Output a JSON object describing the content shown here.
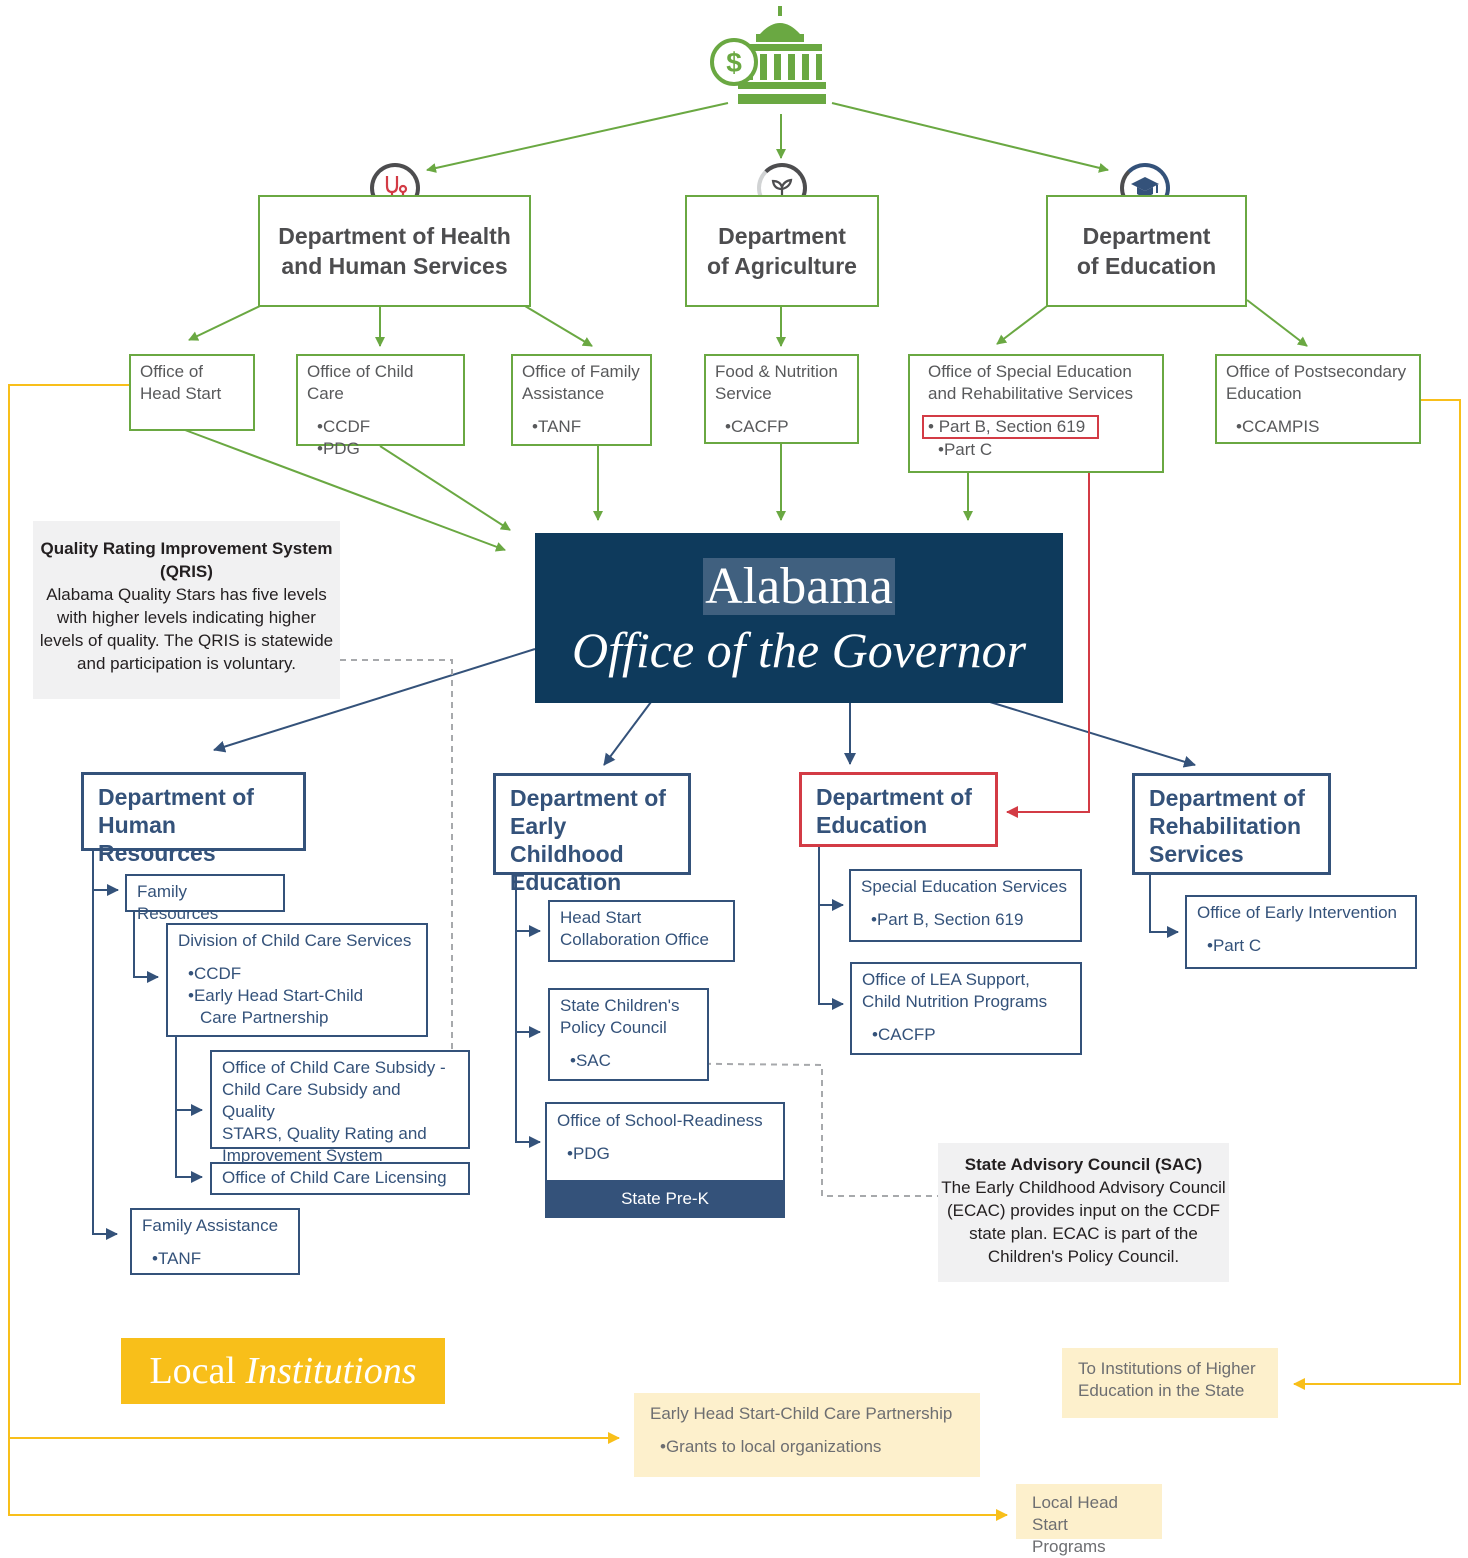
{
  "federal": {
    "hhs": {
      "title_line1": "Department of Health",
      "title_line2": "and Human Services",
      "offices": {
        "head_start": {
          "title_line1": "Office of",
          "title_line2": "Head Start"
        },
        "child_care": {
          "title": "Office of Child Care",
          "items": [
            "CCDF",
            "PDG"
          ]
        },
        "family_assistance": {
          "title_line1": "Office of Family",
          "title_line2": "Assistance",
          "items": [
            "TANF"
          ]
        }
      }
    },
    "agriculture": {
      "title_line1": "Department",
      "title_line2": "of Agriculture",
      "offices": {
        "food_nutrition": {
          "title_line1": "Food & Nutrition",
          "title_line2": "Service",
          "items": [
            "CACFP"
          ]
        }
      }
    },
    "education": {
      "title_line1": "Department",
      "title_line2": "of Education",
      "offices": {
        "special_ed": {
          "title_line1": "Office of Special Education",
          "title_line2": "and Rehabilitative Services",
          "items": [
            "Part B, Section 619",
            "Part C"
          ]
        },
        "postsecondary": {
          "title_line1": "Office of Postsecondary",
          "title_line2": "Education",
          "items": [
            "CCAMPIS"
          ]
        }
      }
    }
  },
  "governor": {
    "line1": "Alabama",
    "line2": "Office of the Governor"
  },
  "qris": {
    "title_line1": "Quality Rating Improvement System",
    "title_line2": "(QRIS)",
    "lines": [
      "Alabama Quality Stars has five levels",
      "with higher levels indicating higher",
      "levels of quality. The QRIS is statewide",
      "and participation is voluntary."
    ]
  },
  "sac": {
    "title": "State Advisory Council (SAC)",
    "lines": [
      "The Early Childhood Advisory Council",
      "(ECAC) provides input on the CCDF",
      "state plan. ECAC is part of the",
      "Children's Policy Council."
    ]
  },
  "state": {
    "dhr": {
      "title_line1": "Department of",
      "title_line2": "Human Resources",
      "family_resources": "Family Resources",
      "child_care_services": {
        "title": "Division of Child Care Services",
        "items": [
          "CCDF"
        ],
        "item2_line1": "Early Head Start-Child",
        "item2_line2": "Care Partnership"
      },
      "subsidy": {
        "lines": [
          "Office of Child Care Subsidy -",
          "Child Care Subsidy and Quality",
          "STARS, Quality Rating and",
          "Improvement System"
        ]
      },
      "licensing": "Office of Child Care Licensing",
      "family_assistance": {
        "title": "Family Assistance",
        "items": [
          "TANF"
        ]
      }
    },
    "dece": {
      "title_line1": "Department of",
      "title_line2": "Early Childhood",
      "title_line3": "Education",
      "head_start_collab": {
        "line1": "Head Start",
        "line2": "Collaboration Office"
      },
      "policy_council": {
        "line1": "State Children's",
        "line2": "Policy Council",
        "items": [
          "SAC"
        ]
      },
      "school_readiness": {
        "title": "Office of School-Readiness",
        "items": [
          "PDG"
        ],
        "footer": "State Pre-K"
      }
    },
    "education": {
      "title_line1": "Department of",
      "title_line2": "Education",
      "special_ed": {
        "title": "Special Education Services",
        "items": [
          "Part B, Section 619"
        ]
      },
      "lea_support": {
        "line1": "Office of LEA Support,",
        "line2": "Child Nutrition Programs",
        "items": [
          "CACFP"
        ]
      }
    },
    "rehab": {
      "title_line1": "Department of",
      "title_line2": "Rehabilitation",
      "title_line3": "Services",
      "early_intervention": {
        "title": "Office of Early Intervention",
        "items": [
          "Part C"
        ]
      }
    }
  },
  "local": {
    "banner": {
      "word1": "Local",
      "word2": "Institutions"
    },
    "higher_ed": {
      "line1": "To Institutions of Higher",
      "line2": "Education in the State"
    },
    "ehs_ccp": {
      "title": "Early Head Start-Child Care Partnership",
      "items": [
        "Grants to local organizations"
      ]
    },
    "head_start": {
      "line1": "Local Head",
      "line2": "Start Programs"
    }
  },
  "icons": [
    "capitol-dollar-icon",
    "stethoscope-icon",
    "sprout-icon",
    "graduation-cap-icon"
  ],
  "colors": {
    "federal_green": "#6aa842",
    "state_navy": "#34527a",
    "governor_bg": "#0e3a5c",
    "highlight_red": "#d33b45",
    "local_gold": "#f8bf1a",
    "local_light": "#fdf0cc",
    "note_gray": "#f1f1f2"
  }
}
